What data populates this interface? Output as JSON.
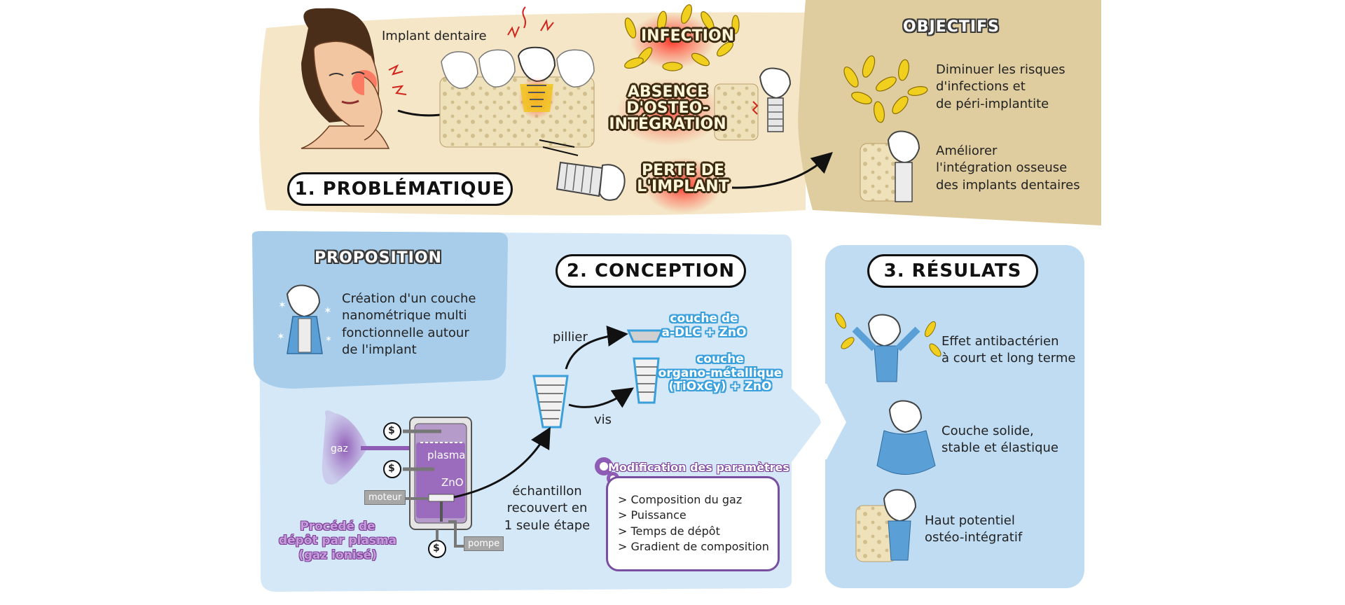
{
  "problem": {
    "section_title": "1. PROBLÉMATIQUE",
    "implant_label": "Implant dentaire",
    "infection": "INFECTION",
    "absence": [
      "ABSENCE",
      "D'OSTEO-",
      "INTÉGRATION"
    ],
    "perte": [
      "PERTE DE",
      "L'IMPLANT"
    ]
  },
  "objectifs": {
    "title": "OBJECTIFS",
    "items": [
      [
        "Diminuer les risques",
        "d'infections et",
        "de péri-implantite"
      ],
      [
        "Améliorer",
        "l'intégration osseuse",
        "des implants dentaires"
      ]
    ]
  },
  "proposition": {
    "title": "PROPOSITION",
    "lines": [
      "Création d'un couche",
      "nanométrique multi",
      "fonctionnelle autour",
      "de l'implant"
    ]
  },
  "conception": {
    "section_title": "2. CONCEPTION",
    "pillier": "pillier",
    "vis": "vis",
    "couche1": [
      "couche de",
      "a-DLC + ZnO"
    ],
    "couche2": [
      "couche",
      "organo-métallique",
      "(TiOxCy) + ZnO"
    ],
    "gaz": "gaz",
    "plasma": "plasma",
    "zno": "ZnO",
    "moteur": "moteur",
    "pompe": "pompe",
    "dollar": "$",
    "echantillon": [
      "échantillon",
      "recouvert en",
      "1 seule étape"
    ],
    "procede": [
      "Procédé de",
      "dépôt par plasma",
      "(gaz ionisé)"
    ],
    "modif_title": "Modification des paramètres",
    "modif_items": [
      "> Composition du gaz",
      "> Puissance",
      "> Temps de dépôt",
      "> Gradient de composition"
    ]
  },
  "resultats": {
    "section_title": "3. RÉSULATS",
    "items": [
      [
        "Effet antibactérien",
        "à court et long terme"
      ],
      [
        "Couche solide,",
        "stable et élastique"
      ],
      [
        "Haut potentiel",
        "ostéo-intégratif"
      ]
    ]
  },
  "colors": {
    "top_band": "#f4e6c6",
    "objectifs_bg": "#dfcd9f",
    "light_blue": "#d5e8f8",
    "mid_blue": "#a8cdea",
    "result_blue": "#bfdcf3",
    "purple": "#8e5bb5",
    "red_glow": "#ff3b30",
    "bacteria": "#f0cf1e"
  }
}
